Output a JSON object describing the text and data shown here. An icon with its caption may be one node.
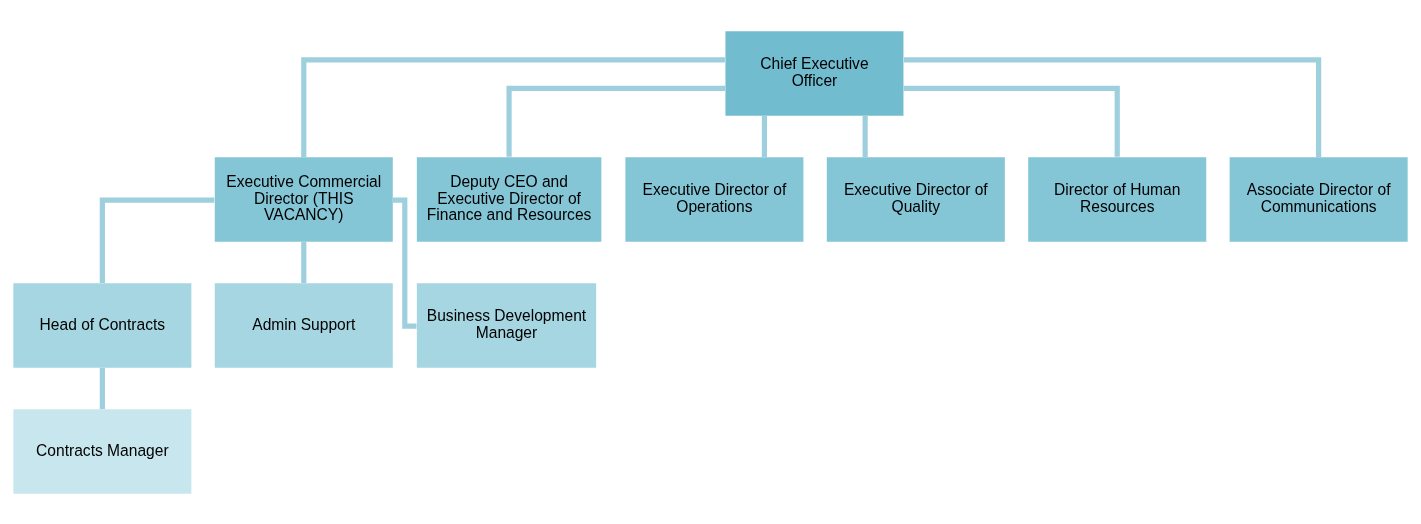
{
  "diagram": {
    "nodes": [
      {
        "text": [
          "Chief Executive Officer"
        ]
      },
      {
        "text": [
          "Executive Commercial Director (THIS VACANCY)"
        ]
      },
      {
        "text": [
          "Deputy CEO and Executive Director of Finance and Resources"
        ]
      },
      {
        "text": [
          "Executive Director of Operations"
        ]
      },
      {
        "text": [
          "Executive Director of Quality"
        ]
      },
      {
        "text": [
          "Director of Human Resources"
        ]
      },
      {
        "text": [
          "Associate Director of Communications"
        ]
      },
      {
        "text": [
          "Head of Contracts"
        ]
      },
      {
        "text": [
          "Admin Support"
        ]
      },
      {
        "text": [
          "Business Development Manager"
        ]
      },
      {
        "text": [
          "Contracts Manager"
        ]
      }
    ],
    "edges": [
      {
        "from": 0,
        "to": 1,
        "arrow": "none"
      },
      {
        "from": 0,
        "to": 2,
        "arrow": "none"
      },
      {
        "from": 0,
        "to": 3,
        "arrow": "none"
      },
      {
        "from": 0,
        "to": 4,
        "arrow": "none"
      },
      {
        "from": 0,
        "to": 5,
        "arrow": "none"
      },
      {
        "from": 0,
        "to": 6,
        "arrow": "none"
      },
      {
        "from": 1,
        "to": 7,
        "arrow": "none"
      },
      {
        "from": 1,
        "to": 8,
        "arrow": "none"
      },
      {
        "from": 1,
        "to": 9,
        "arrow": "none"
      },
      {
        "from": 7,
        "to": 10,
        "arrow": "none"
      }
    ]
  }
}
